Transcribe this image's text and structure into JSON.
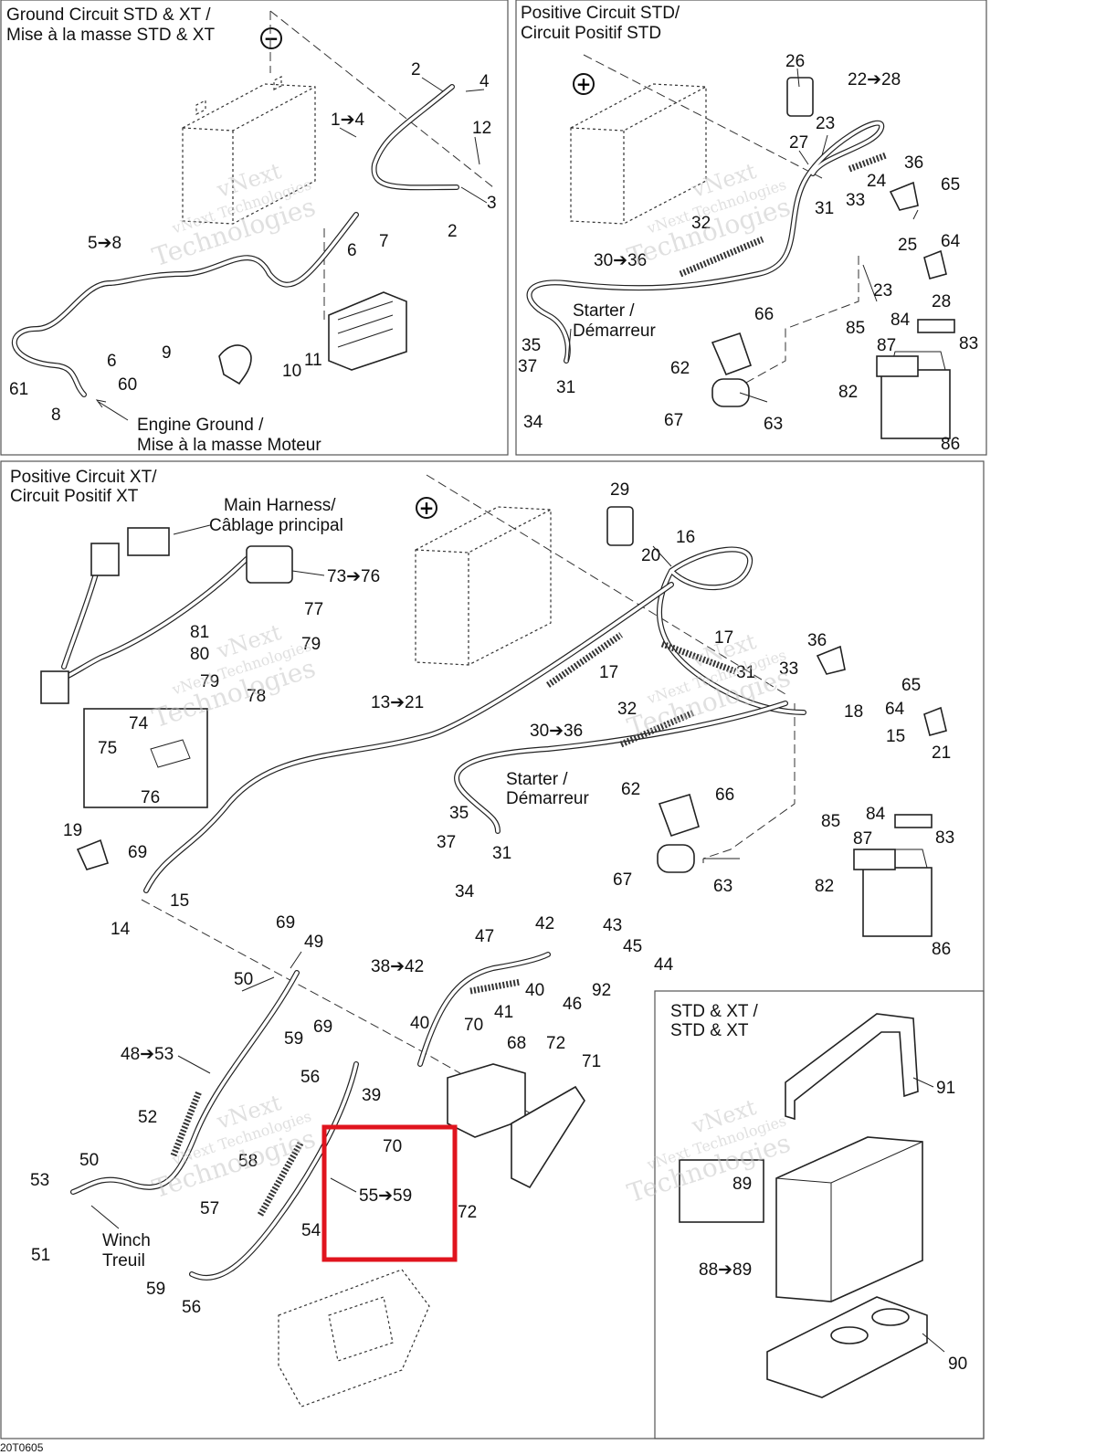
{
  "diagram": {
    "sections": {
      "ground": {
        "title_line1": "Ground Circuit STD & XT /",
        "title_line2": "Mise à la masse STD & XT"
      },
      "positive_std": {
        "title_line1": "Positive Circuit STD/",
        "title_line2": "Circuit Positif STD"
      },
      "positive_xt": {
        "title_line1": "Positive Circuit XT/",
        "title_line2": "Circuit Positif XT"
      },
      "std_xt": {
        "title_line1": "STD & XT /",
        "title_line2": "STD & XT"
      }
    },
    "annotations": {
      "engine_ground_1": "Engine Ground /",
      "engine_ground_2": "Mise à la masse Moteur",
      "starter_std_1": "Starter /",
      "starter_std_2": "Démarreur",
      "starter_xt_1": "Starter /",
      "starter_xt_2": "Démarreur",
      "main_harness_1": "Main Harness/",
      "main_harness_2": "Câblage principal",
      "winch_1": "Winch",
      "winch_2": "Treuil"
    },
    "symbols": {
      "negative": "−",
      "positive": "+"
    },
    "watermark": {
      "line1": "vNext",
      "line2": "vNext Technologies",
      "line3": "Technologies"
    },
    "highlight_label": "55➔59",
    "footer_code": "20T0605",
    "colors": {
      "highlight": "#e0141e",
      "line": "#222222",
      "watermark": "#c8c8c8"
    },
    "callouts": [
      "2",
      "4",
      "1➔4",
      "12",
      "3",
      "2",
      "7",
      "6",
      "5➔8",
      "9",
      "10",
      "11",
      "6",
      "60",
      "61",
      "8",
      "26",
      "22➔28",
      "23",
      "27",
      "24",
      "36",
      "65",
      "31",
      "33",
      "32",
      "25",
      "64",
      "30➔36",
      "23",
      "28",
      "66",
      "85",
      "84",
      "87",
      "83",
      "35",
      "37",
      "31",
      "62",
      "82",
      "34",
      "67",
      "63",
      "86",
      "29",
      "16",
      "20",
      "73➔76",
      "77",
      "81",
      "80",
      "79",
      "79",
      "78",
      "17",
      "17",
      "13➔21",
      "36",
      "31",
      "33",
      "65",
      "18",
      "64",
      "32",
      "30➔36",
      "15",
      "21",
      "74",
      "75",
      "76",
      "35",
      "37",
      "31",
      "34",
      "62",
      "66",
      "85",
      "84",
      "87",
      "83",
      "67",
      "63",
      "82",
      "86",
      "19",
      "69",
      "15",
      "14",
      "69",
      "49",
      "42",
      "43",
      "47",
      "45",
      "44",
      "50",
      "38➔42",
      "40",
      "92",
      "46",
      "41",
      "48➔53",
      "40",
      "70",
      "68",
      "72",
      "71",
      "69",
      "59",
      "56",
      "39",
      "52",
      "58",
      "70",
      "50",
      "53",
      "57",
      "51",
      "54",
      "59",
      "56",
      "72",
      "91",
      "89",
      "88➔89",
      "90"
    ]
  }
}
